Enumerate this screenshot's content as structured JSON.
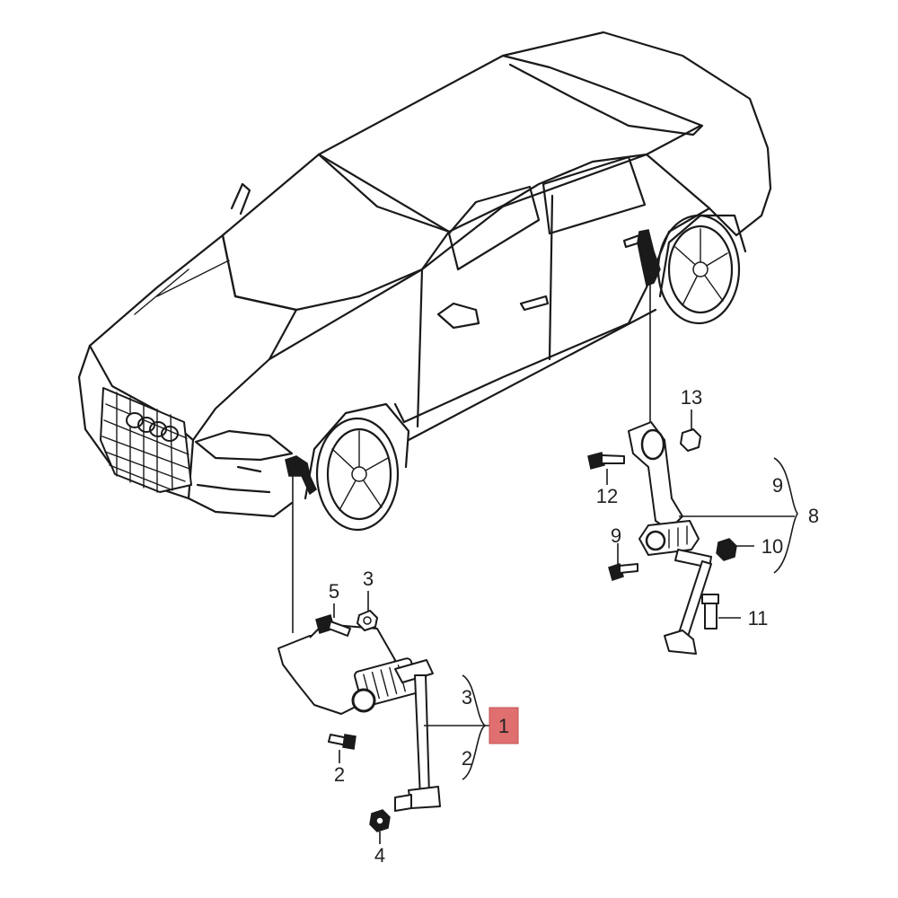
{
  "callouts": {
    "c1": "1",
    "c2a": "2",
    "c2b": "2",
    "c3a": "3",
    "c3b": "3",
    "c4": "4",
    "c5": "5",
    "c8": "8",
    "c9a": "9",
    "c9b": "9",
    "c10": "10",
    "c11": "11",
    "c12": "12",
    "c13": "13"
  },
  "colors": {
    "highlight_box": "#e07070",
    "line": "#1a1a1a"
  }
}
